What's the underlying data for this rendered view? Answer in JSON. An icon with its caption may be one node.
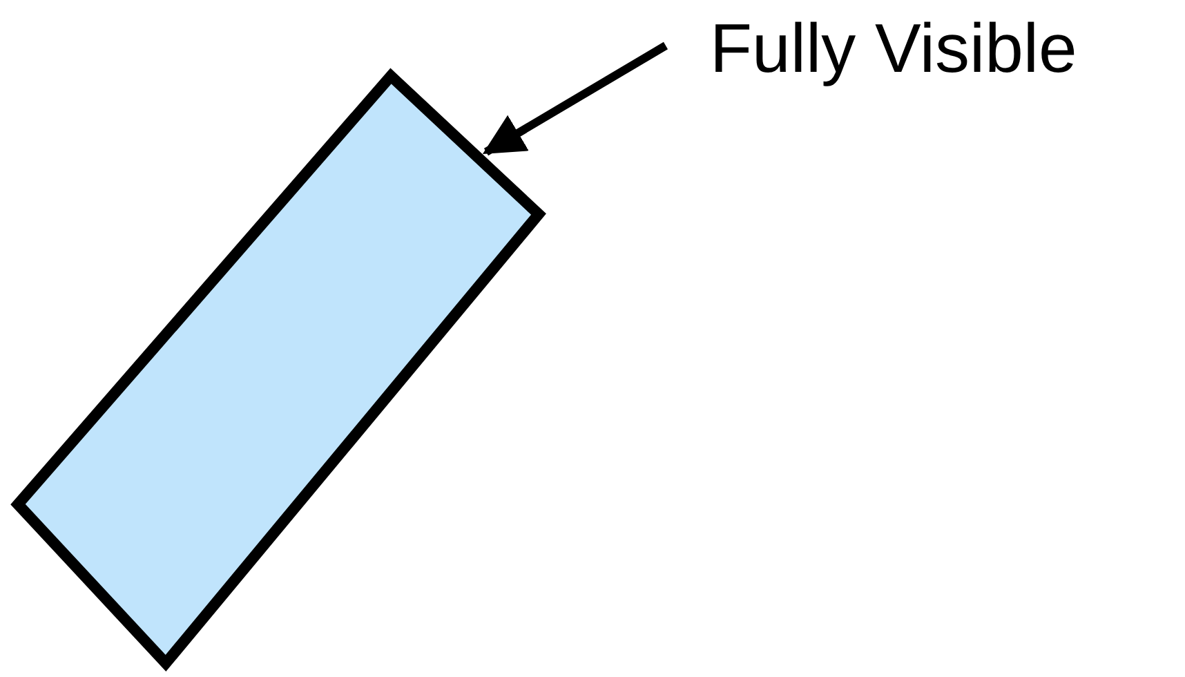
{
  "diagram": {
    "nodes": [
      {
        "text": [
          "Fully Visible"
        ]
      },
      {
        "text": [],
        "shape": "box"
      }
    ],
    "edges": [
      {
        "from": 0,
        "to": 1,
        "arrow": "to"
      }
    ]
  }
}
